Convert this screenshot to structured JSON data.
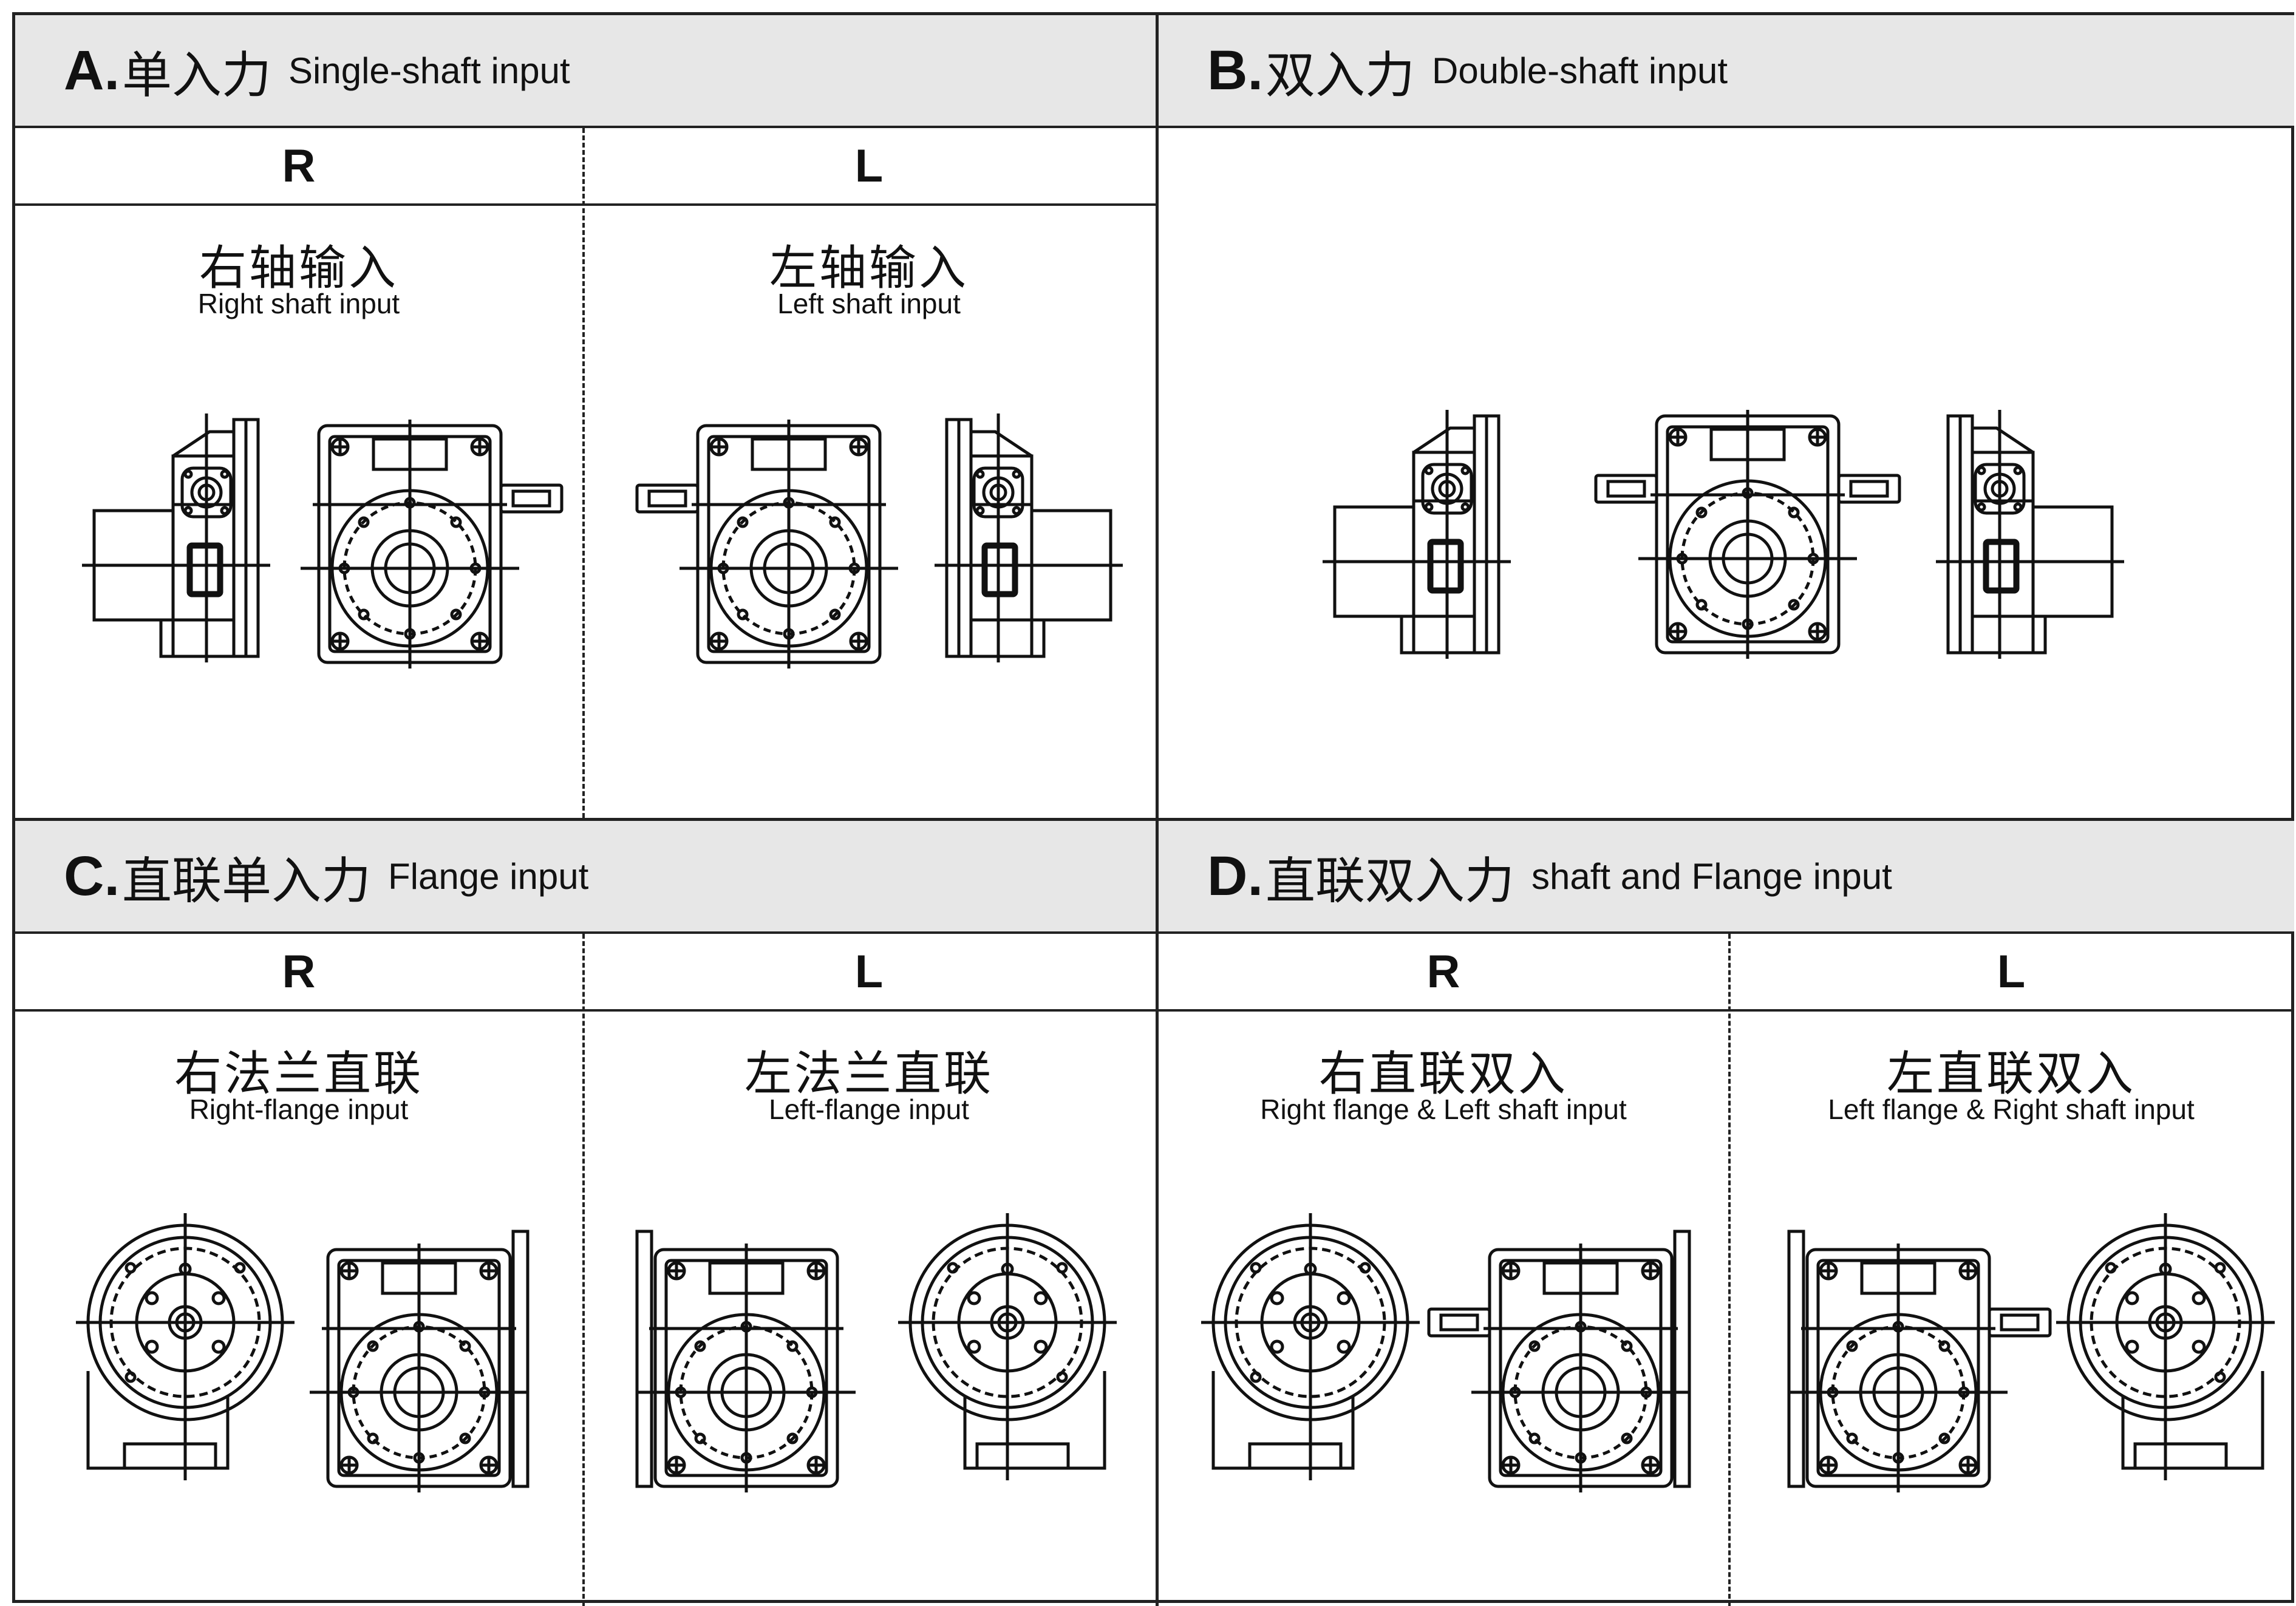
{
  "sections": {
    "A": {
      "letter": "A.",
      "title_cn": "单入力",
      "title_en": "Single-shaft input"
    },
    "B": {
      "letter": "B.",
      "title_cn": "双入力",
      "title_en": "Double-shaft input"
    },
    "C": {
      "letter": "C.",
      "title_cn": "直联单入力",
      "title_en": "Flange input"
    },
    "D": {
      "letter": "D.",
      "title_cn": "直联双入力",
      "title_en": "shaft and Flange input"
    }
  },
  "columns": {
    "A_R": {
      "code": "R",
      "cn": "右轴输入",
      "en": "Right shaft input"
    },
    "A_L": {
      "code": "L",
      "cn": "左轴输入",
      "en": "Left shaft input"
    },
    "C_R": {
      "code": "R",
      "cn": "右法兰直联",
      "en": "Right-flange input"
    },
    "C_L": {
      "code": "L",
      "cn": "左法兰直联",
      "en": "Left-flange input"
    },
    "D_R": {
      "code": "R",
      "cn": "右直联双入",
      "en": "Right flange & Left shaft input"
    },
    "D_L": {
      "code": "L",
      "cn": "左直联双入",
      "en": "Left flange &  Right shaft input"
    }
  }
}
